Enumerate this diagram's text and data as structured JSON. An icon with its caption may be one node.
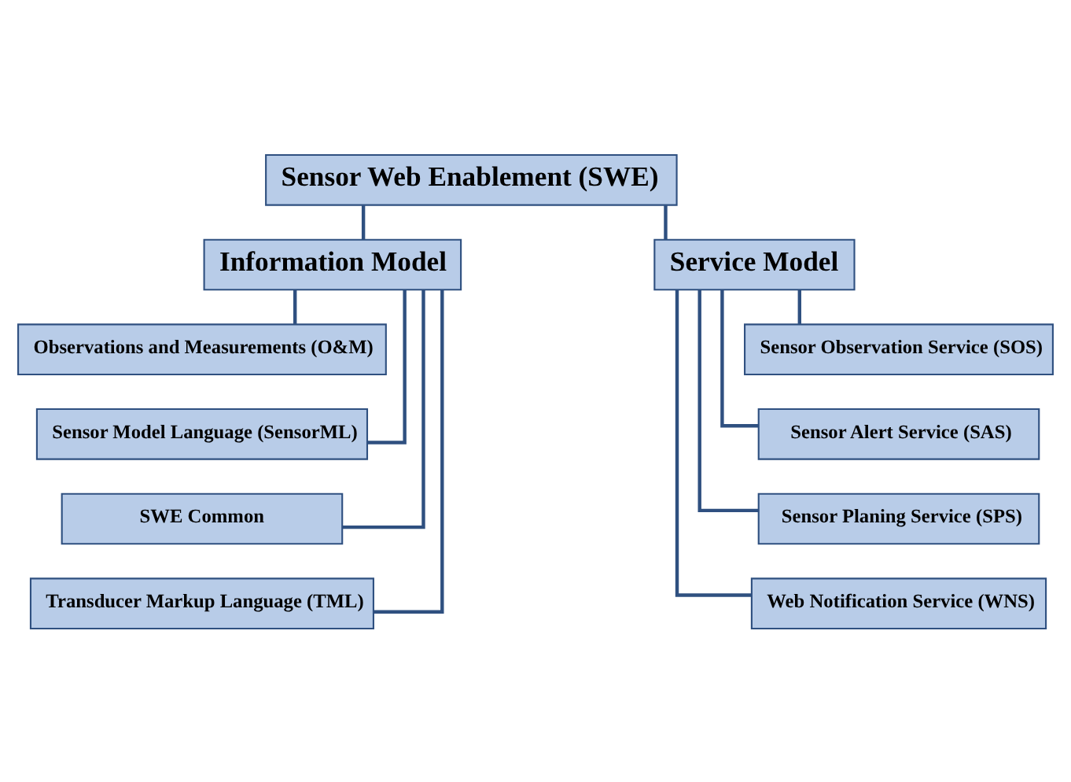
{
  "diagram": {
    "nodes": [
      {
        "text": [
          "Sensor Web Enablement (SWE)"
        ]
      },
      {
        "text": [
          "Information Model"
        ]
      },
      {
        "text": [
          "Service Model"
        ]
      },
      {
        "text": [
          "Observations and Measurements (O&M)"
        ]
      },
      {
        "text": [
          "Sensor Model Language (SensorML)"
        ]
      },
      {
        "text": [
          "SWE Common"
        ]
      },
      {
        "text": [
          "Transducer Markup Language (TML)"
        ]
      },
      {
        "text": [
          "Sensor Observation Service (SOS)"
        ]
      },
      {
        "text": [
          "Sensor Alert Service (SAS)"
        ]
      },
      {
        "text": [
          "Sensor Planing Service (SPS)"
        ]
      },
      {
        "text": [
          "Web Notification Service (WNS)"
        ]
      }
    ],
    "edges": [
      {
        "from": 0,
        "to": 1,
        "arrow": "none"
      },
      {
        "from": 0,
        "to": 2,
        "arrow": "none"
      },
      {
        "from": 1,
        "to": 3,
        "arrow": "none"
      },
      {
        "from": 1,
        "to": 4,
        "arrow": "none"
      },
      {
        "from": 1,
        "to": 5,
        "arrow": "none"
      },
      {
        "from": 1,
        "to": 6,
        "arrow": "none"
      },
      {
        "from": 2,
        "to": 7,
        "arrow": "none"
      },
      {
        "from": 2,
        "to": 8,
        "arrow": "none"
      },
      {
        "from": 2,
        "to": 9,
        "arrow": "none"
      },
      {
        "from": 2,
        "to": 10,
        "arrow": "none"
      }
    ]
  }
}
